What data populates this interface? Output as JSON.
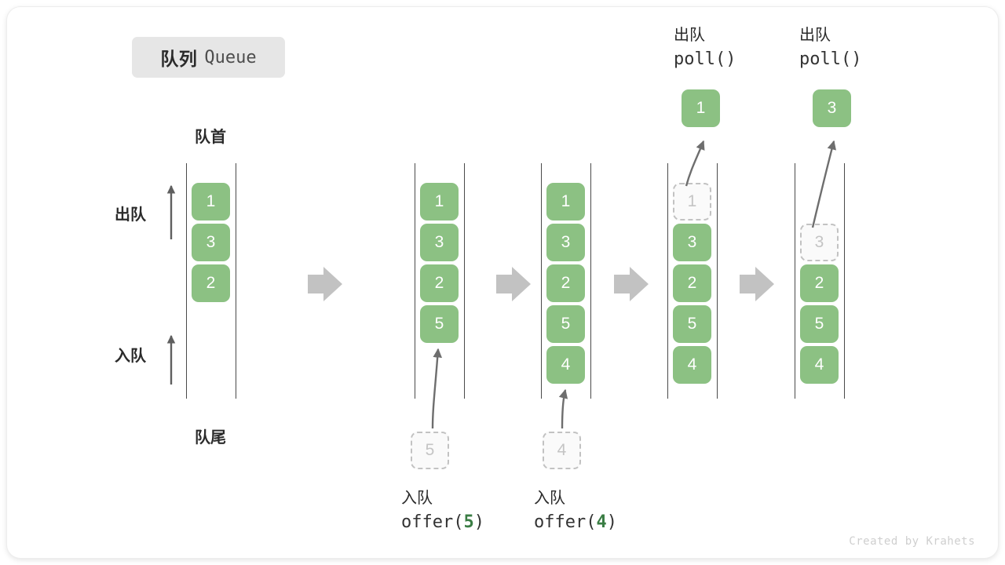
{
  "title": {
    "cn": "队列",
    "en": "Queue"
  },
  "labels": {
    "head": "队首",
    "tail": "队尾",
    "dequeue": "出队",
    "enqueue": "入队"
  },
  "credit": "Created by Krahets",
  "colors": {
    "element_fill": "#8cc183",
    "element_text": "#ffffff",
    "ghost_border": "#c2c2c2",
    "ghost_text": "#c4c4c4",
    "rail": "#4a4a4a",
    "arrow_gray": "#6e6e6e",
    "step_arrow": "#c2c2c2",
    "code_arg": "#3a7d44",
    "badge_bg": "#e6e6e6"
  },
  "columns": [
    {
      "id": "state-initial",
      "cells": [
        {
          "value": "1",
          "state": "filled"
        },
        {
          "value": "3",
          "state": "filled"
        },
        {
          "value": "2",
          "state": "filled"
        }
      ]
    },
    {
      "id": "state-after-offer-5",
      "cells": [
        {
          "value": "1",
          "state": "filled"
        },
        {
          "value": "3",
          "state": "filled"
        },
        {
          "value": "2",
          "state": "filled"
        },
        {
          "value": "5",
          "state": "filled"
        }
      ],
      "incoming": {
        "value": "5"
      },
      "caption": {
        "cn": "入队",
        "fn": "offer",
        "arg": "5"
      }
    },
    {
      "id": "state-after-offer-4",
      "cells": [
        {
          "value": "1",
          "state": "filled"
        },
        {
          "value": "3",
          "state": "filled"
        },
        {
          "value": "2",
          "state": "filled"
        },
        {
          "value": "5",
          "state": "filled"
        },
        {
          "value": "4",
          "state": "filled"
        }
      ],
      "incoming": {
        "value": "4"
      },
      "caption": {
        "cn": "入队",
        "fn": "offer",
        "arg": "4"
      }
    },
    {
      "id": "state-after-poll-1",
      "cells": [
        {
          "value": "1",
          "state": "ghost"
        },
        {
          "value": "3",
          "state": "filled"
        },
        {
          "value": "2",
          "state": "filled"
        },
        {
          "value": "5",
          "state": "filled"
        },
        {
          "value": "4",
          "state": "filled"
        }
      ],
      "popped": {
        "value": "1"
      },
      "caption": {
        "cn": "出队",
        "fn": "poll",
        "arg": ""
      }
    },
    {
      "id": "state-after-poll-3",
      "cells": [
        {
          "value": "3",
          "state": "ghost"
        },
        {
          "value": "2",
          "state": "filled"
        },
        {
          "value": "5",
          "state": "filled"
        },
        {
          "value": "4",
          "state": "filled"
        }
      ],
      "popped": {
        "value": "3"
      },
      "caption": {
        "cn": "出队",
        "fn": "poll",
        "arg": ""
      }
    }
  ]
}
